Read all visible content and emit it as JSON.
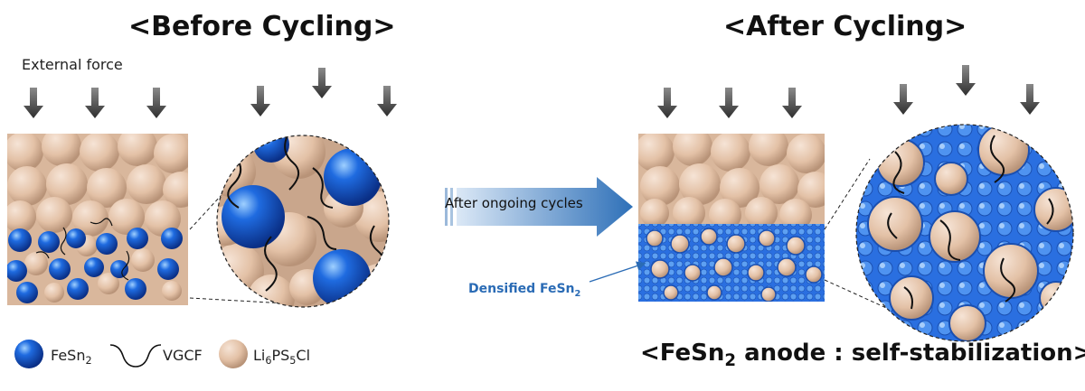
{
  "titles": {
    "before": "<Before Cycling>",
    "after": "<After Cycling>"
  },
  "labels": {
    "external_force": "External force",
    "transition_arrow": "After ongoing cycles",
    "densified": "Densified FeSn",
    "densified_sub": "2",
    "bottom_prefix": "<FeSn",
    "bottom_sub": "2",
    "bottom_suffix": " anode : self-stabilization>"
  },
  "legend": {
    "fesn2": "FeSn",
    "fesn2_sub": "2",
    "vgcf": "VGCF",
    "lpsc_a": "Li",
    "lpsc_sub1": "6",
    "lpsc_b": "PS",
    "lpsc_sub2": "5",
    "lpsc_c": "Cl"
  },
  "colors": {
    "fesn2_blue": "#1a5fd4",
    "lpsc_beige": "#e6c6ad",
    "arrow_blue": "#3a7cc4",
    "dark_arrow": "#3a3a3a"
  }
}
